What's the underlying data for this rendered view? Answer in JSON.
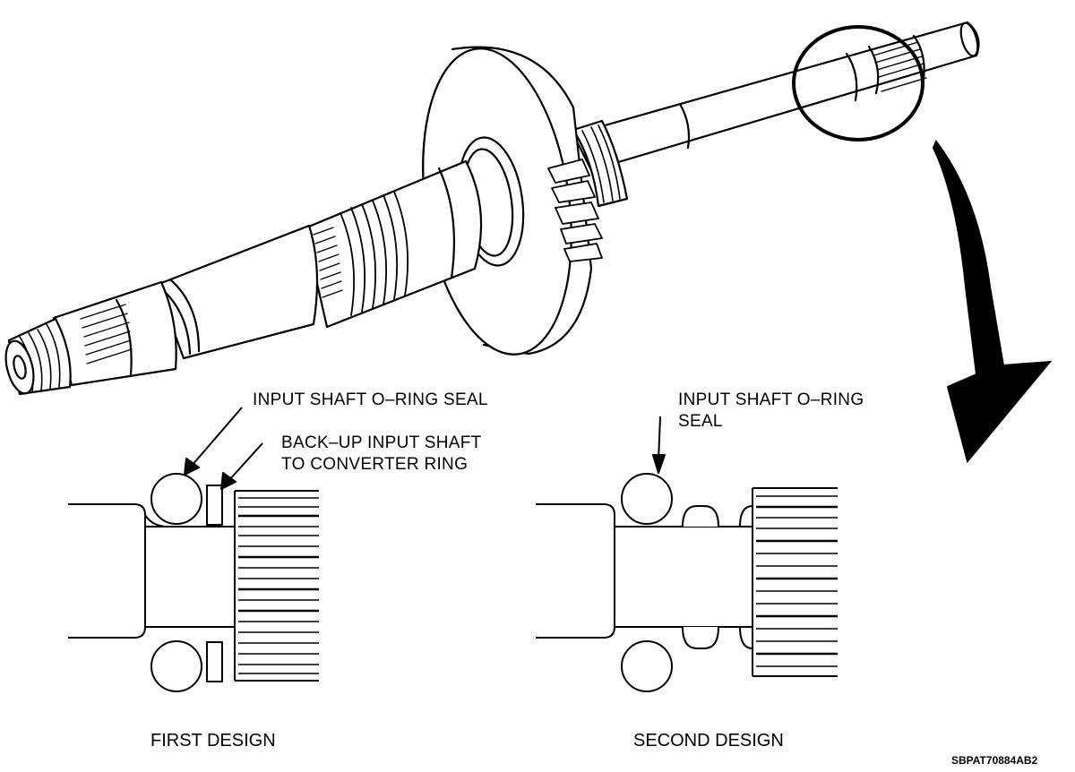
{
  "figure": {
    "first_design": {
      "caption": "FIRST DESIGN",
      "oring_label": "INPUT SHAFT O–RING SEAL",
      "backup_label_line1": "BACK–UP INPUT SHAFT",
      "backup_label_line2": "TO CONVERTER RING"
    },
    "second_design": {
      "caption": "SECOND DESIGN",
      "oring_label_line1": "INPUT SHAFT O–RING",
      "oring_label_line2": "SEAL"
    },
    "reference_code": "SBPAT70884AB2",
    "icons": [
      "shaft-assembly",
      "detail-circle",
      "curved-arrow",
      "o-ring",
      "backup-ring",
      "splines"
    ]
  }
}
